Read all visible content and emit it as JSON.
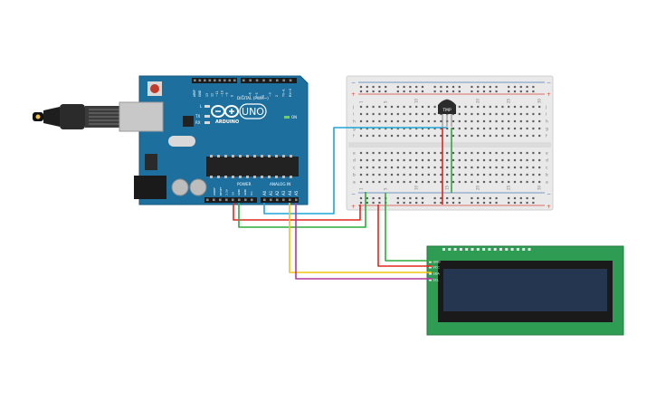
{
  "arduino": {
    "brand": "ARDUINO",
    "model": "UNO",
    "digital_header": "DIGITAL (PWM~)",
    "power_label": "POWER",
    "analog_label": "ANALOG IN",
    "on_label": "ON",
    "led_l": "L",
    "led_tx": "TX",
    "led_rx": "RX",
    "aref": "AREF",
    "gnd": "GND",
    "digital_pins": [
      "13",
      "12",
      "~11",
      "~10",
      "~9",
      "8",
      "7",
      "~6",
      "~5",
      "4",
      "~3",
      "2",
      "TX→1",
      "RX←0"
    ],
    "power_pins": [
      "IOREF",
      "RESET",
      "3.3V",
      "5V",
      "GND",
      "GND",
      "Vin"
    ],
    "analog_pins": [
      "A0",
      "A1",
      "A2",
      "A3",
      "A4",
      "A5"
    ]
  },
  "breadboard": {
    "rail_plus": "+",
    "rail_minus": "−",
    "col_numbers": [
      "1",
      "5",
      "10",
      "15",
      "20",
      "25",
      "30"
    ],
    "rows_top": [
      "j",
      "i",
      "h",
      "g",
      "f"
    ],
    "rows_bottom": [
      "e",
      "d",
      "c",
      "b",
      "a"
    ]
  },
  "sensor": {
    "label": "TMP"
  },
  "lcd": {
    "pins": [
      "GND",
      "VCC",
      "SDA",
      "SCL"
    ]
  },
  "wire_colors": {
    "red": "#e0281b",
    "green": "#2eaa3c",
    "blue": "#1fa5d8",
    "yellow": "#f2c50f",
    "magenta": "#b3389b"
  }
}
